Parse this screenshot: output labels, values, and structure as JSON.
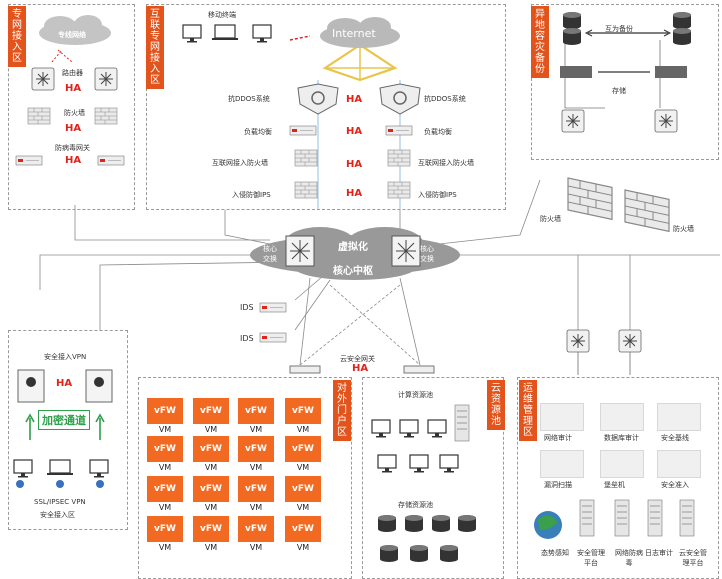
{
  "zones": {
    "dedicated": "专网接入区",
    "internet": "互联专网接入区",
    "backup": "异地容灾备份",
    "dmz": "对外门户区",
    "cloud_res": "云资源池",
    "ops": "运维管理区"
  },
  "dedicated": {
    "cloud": "专线网络",
    "router": "路由器",
    "firewall": "防火墙",
    "av_gateway": "防病毒网关",
    "ha": "HA"
  },
  "internet": {
    "mobile": "移动终端",
    "internet": "Internet",
    "anti_ddos": "抗DDOS系统",
    "lb": "负载均衡",
    "fw": "互联网接入防火墙",
    "ips": "入侵防御IPS",
    "ha": "HA"
  },
  "backup": {
    "mutual": "互为备份",
    "storage": "存储"
  },
  "firewall": "防火墙",
  "core": {
    "virtual": "虚拟化",
    "hub": "核心中枢",
    "switch": "核心交换"
  },
  "ids": "IDS",
  "gateway": "云安全网关",
  "vpn": {
    "title": "安全接入VPN",
    "ha": "HA",
    "channel": "加密通道",
    "footer1": "SSL/IPSEC VPN",
    "footer2": "安全接入区"
  },
  "vm": {
    "vfw": "vFW",
    "vm": "VM"
  },
  "pools": {
    "compute": "计算资源池",
    "storage": "存储资源池"
  },
  "ops": {
    "items": [
      "网络审计",
      "数据库审计",
      "安全基线",
      "漏洞扫描",
      "堡垒机",
      "安全准入"
    ],
    "bottom": [
      "态势感知",
      "安全管理平台",
      "网络防病毒",
      "日志审计",
      "云安全管理平台"
    ]
  },
  "colors": {
    "accent": "#e2541c",
    "ha": "#e2231a",
    "vfw": "#f26a21"
  }
}
